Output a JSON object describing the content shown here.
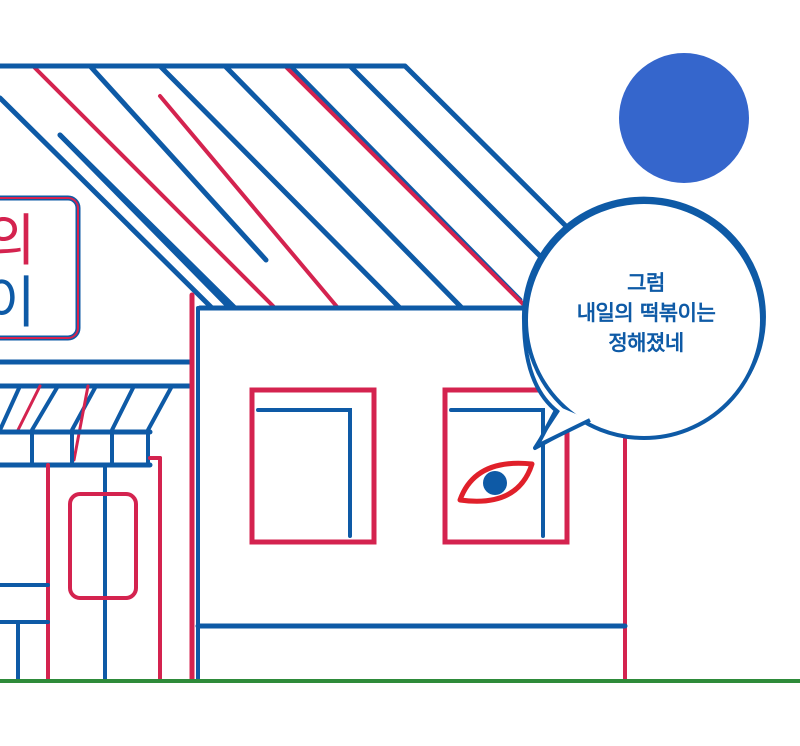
{
  "speech_bubble": {
    "lines": [
      "그럼",
      "내일의 떡볶이는",
      "정해졌네"
    ]
  },
  "shop_sign": {
    "glyph_top": "의",
    "glyph_bottom": "이"
  },
  "colors": {
    "blue": "#0e5aa6",
    "red": "#d4234f",
    "sun": "#3566cc",
    "ground": "#2e8b3a",
    "eye_red": "#e0202a",
    "background": "#ffffff"
  },
  "icons": {
    "sun": "circle",
    "eye": "eye-icon",
    "speech_bubble": "speech-bubble"
  }
}
